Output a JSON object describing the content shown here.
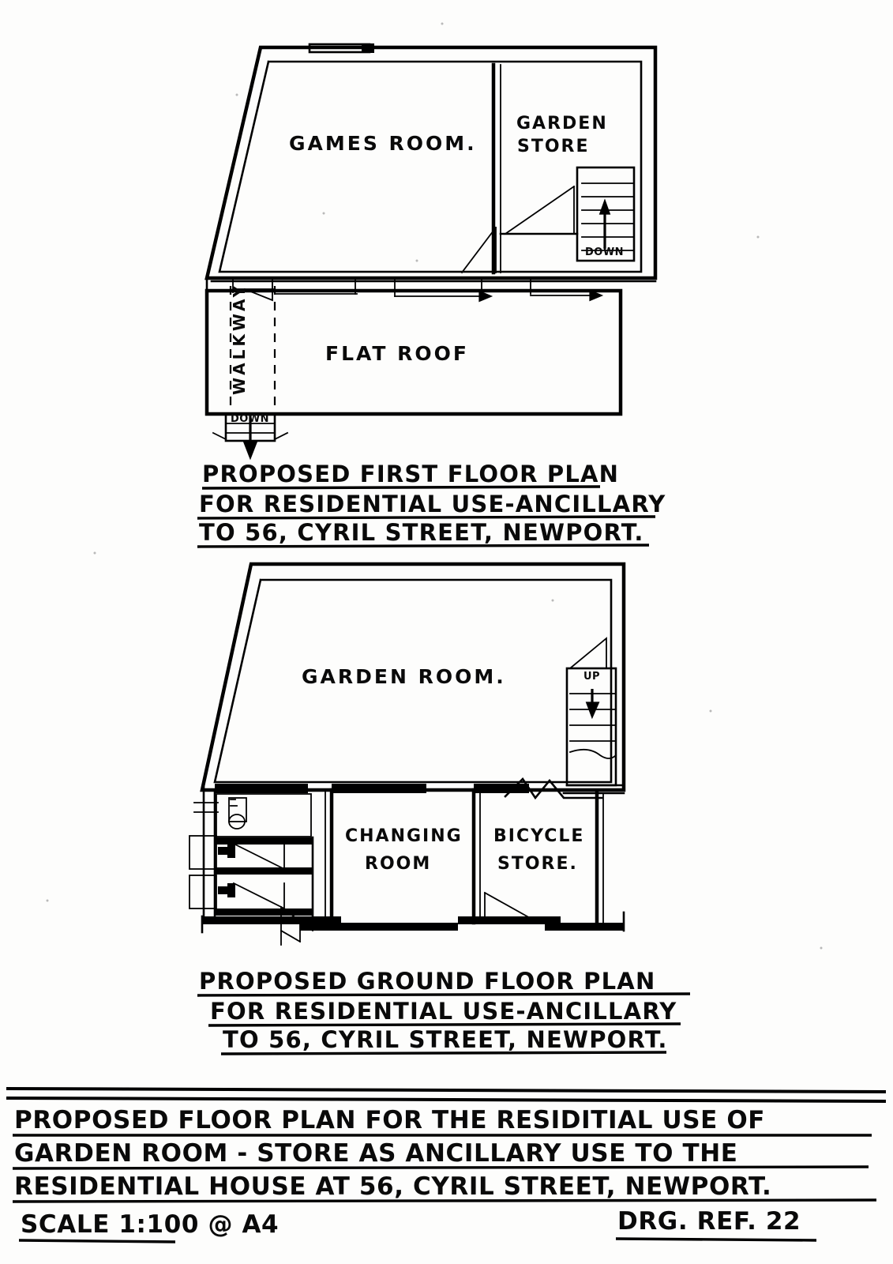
{
  "document": {
    "type": "architectural-floor-plan",
    "medium": "hand-drawn-scan"
  },
  "first_floor": {
    "rooms": [
      {
        "name": "games-room",
        "label": "GAMES  ROOM."
      },
      {
        "name": "garden-store",
        "label_line1": "GARDEN",
        "label_line2": "STORE"
      },
      {
        "name": "flat-roof",
        "label": "FLAT    ROOF"
      }
    ],
    "annotations": {
      "walkway": "WALKWAY",
      "stair_direction": "DOWN",
      "walkway_stair_direction": "DOWN"
    }
  },
  "first_floor_caption": {
    "line1": "PROPOSED FIRST FLOOR PLAN",
    "line2": "FOR RESIDENTIAL USE-ANCILLARY",
    "line3": "TO 56, CYRIL STREET, NEWPORT."
  },
  "ground_floor": {
    "rooms": [
      {
        "name": "garden-room",
        "label": "GARDEN  ROOM."
      },
      {
        "name": "changing-room",
        "label_line1": "CHANGING",
        "label_line2": "ROOM"
      },
      {
        "name": "bicycle-store",
        "label_line1": "BICYCLE",
        "label_line2": "STORE."
      }
    ],
    "annotations": {
      "stair_direction": "UP"
    }
  },
  "ground_floor_caption": {
    "line1": "PROPOSED  GROUND FLOOR PLAN",
    "line2": "FOR RESIDENTIAL USE-ANCILLARY",
    "line3": "TO 56, CYRIL STREET, NEWPORT."
  },
  "title_block": {
    "line1": "PROPOSED  FLOOR PLAN FOR THE RESIDITIAL USE OF",
    "line2": "GARDEN ROOM - STORE AS ANCILLARY USE  TO THE",
    "line3": "RESIDENTIAL HOUSE AT 56, CYRIL STREET, NEWPORT.",
    "scale": "SCALE 1:100 @ A4",
    "drawing_ref": "DRG. REF. 22"
  }
}
